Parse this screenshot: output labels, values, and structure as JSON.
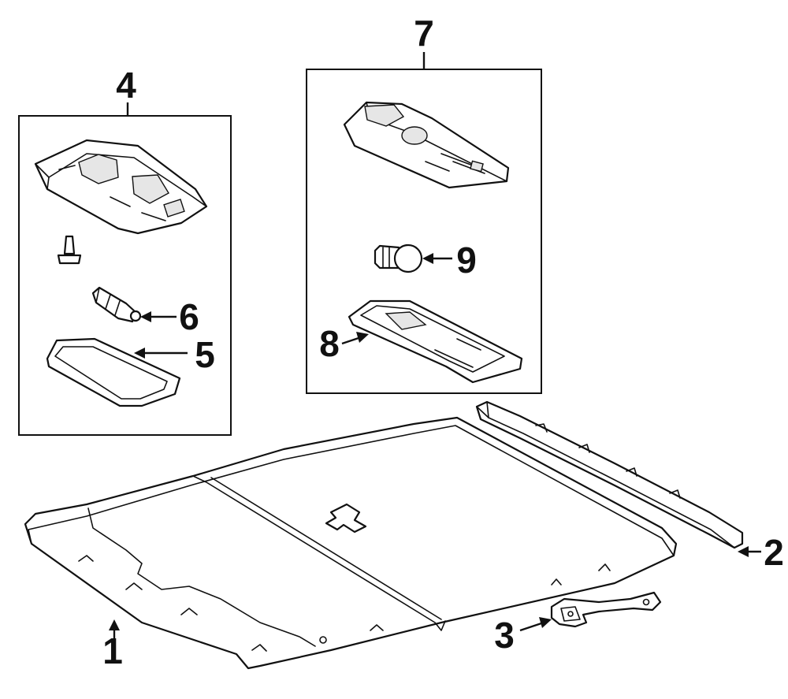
{
  "callouts": {
    "c1": "1",
    "c2": "2",
    "c3": "3",
    "c4": "4",
    "c5": "5",
    "c6": "6",
    "c7": "7",
    "c8": "8",
    "c9": "9"
  },
  "colors": {
    "line": "#111111",
    "background": "#ffffff",
    "shade": "#e6e6e6"
  }
}
